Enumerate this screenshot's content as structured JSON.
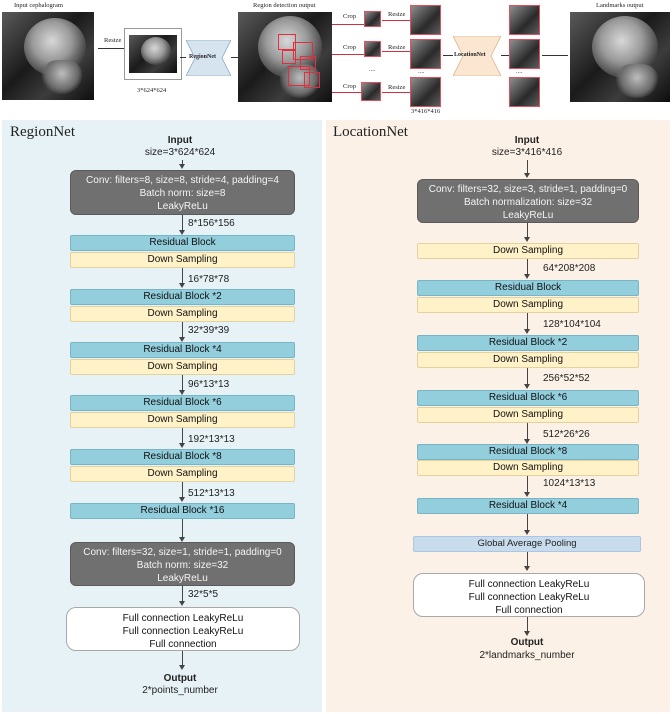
{
  "pipeline": {
    "input_title": "Input cephalogram",
    "resize1": "Resize",
    "resize_size": "3*624*624",
    "regionnet_label": "RegionNet",
    "region_title": "Region detection output",
    "crop": "Crop",
    "resize2": "Resize",
    "dots": "....",
    "locationnet_label": "LocationNet",
    "resize_size2": "3*416*416",
    "landmarks_title": "Landmarks output"
  },
  "regionnet": {
    "title": "RegionNet",
    "input_label": "Input",
    "input_size": "size=3*624*624",
    "conv1": [
      "Conv: filters=8, size=8, stride=4, padding=4",
      "Batch norm: size=8",
      "LeakyReLu"
    ],
    "dims": [
      "8*156*156",
      "16*78*78",
      "32*39*39",
      "96*13*13",
      "192*13*13",
      "512*13*13",
      "32*5*5"
    ],
    "residual_blocks": [
      "Residual Block",
      "Residual Block   *2",
      "Residual Block   *4",
      "Residual Block   *6",
      "Residual Block   *8",
      "Residual Block   *16"
    ],
    "down_sampling": "Down Sampling",
    "conv2": [
      "Conv: filters=32, size=1, stride=1, padding=0",
      "Batch norm: size=32",
      "LeakyReLu"
    ],
    "fc": [
      "Full connection  LeakyReLu",
      "Full connection  LeakyReLu",
      "Full connection"
    ],
    "output_label": "Output",
    "output_value": "2*points_number"
  },
  "locationnet": {
    "title": "LocationNet",
    "input_label": "Input",
    "input_size": "size=3*416*416",
    "conv1": [
      "Conv: filters=32, size=3, stride=1, padding=0",
      "Batch normalization: size=32",
      "LeakyReLu"
    ],
    "down_sampling": "Down Sampling",
    "dims": [
      "64*208*208",
      "128*104*104",
      "256*52*52",
      "512*26*26",
      "1024*13*13"
    ],
    "residual_blocks": [
      "Residual Block",
      "Residual Block   *2",
      "Residual Block   *6",
      "Residual Block   *8",
      "Residual Block   *4"
    ],
    "gap": "Global Average Pooling",
    "fc": [
      "Full connection  LeakyReLu",
      "Full connection  LeakyReLu",
      "Full connection"
    ],
    "output_label": "Output",
    "output_value": "2*landmarks_number"
  },
  "colors": {
    "left_panel": "#e6f2f6",
    "right_panel": "#fcf1e6",
    "residual": "#93cedd",
    "downsample": "#fff2c8",
    "conv": "#707070",
    "gap": "#c8dcee"
  }
}
